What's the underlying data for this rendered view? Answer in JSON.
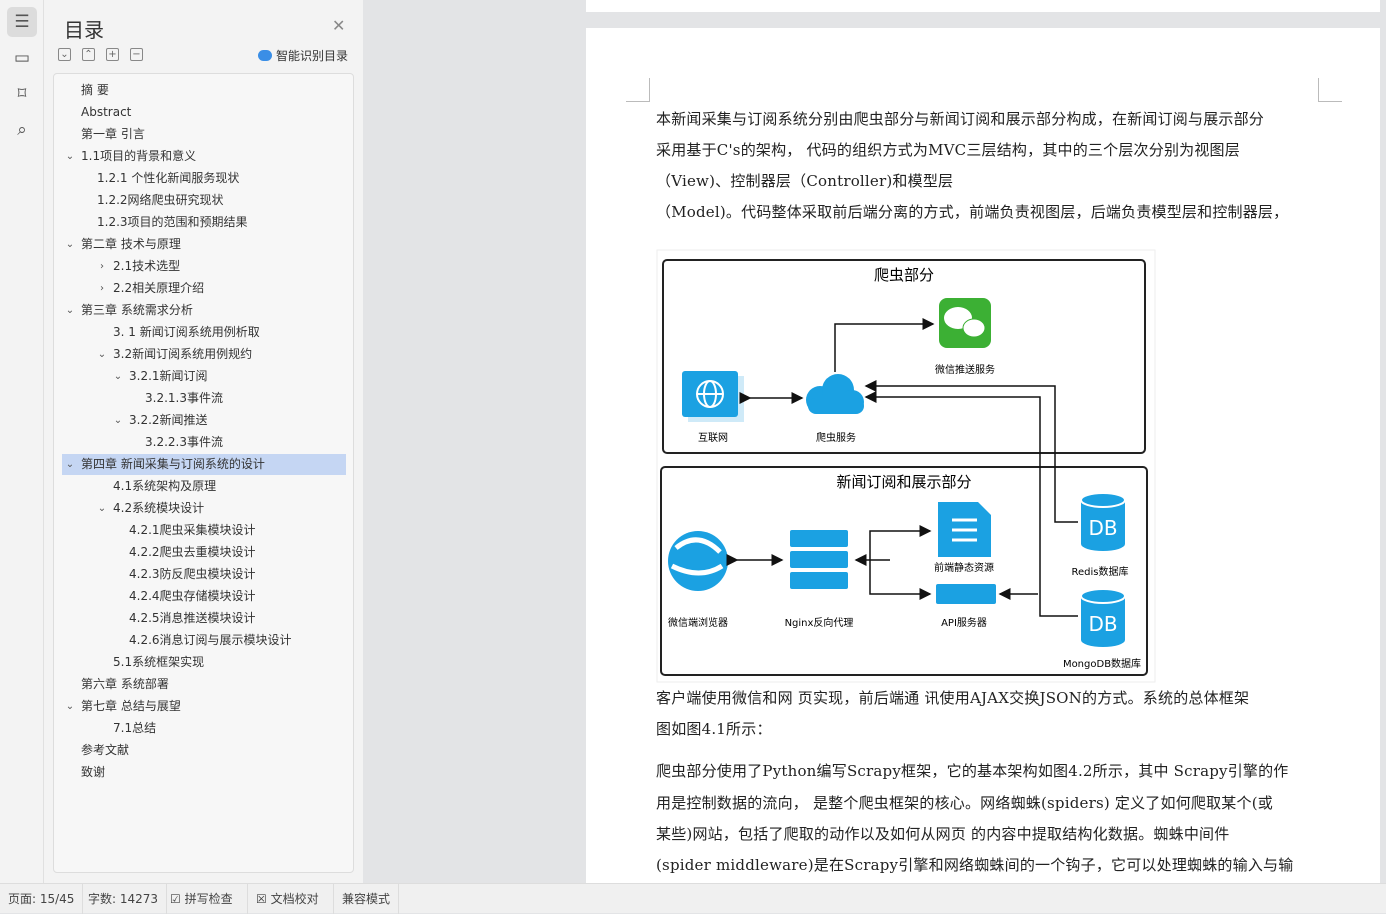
{
  "sidebar_icons": [
    "toc-icon",
    "outline-icon",
    "bookmark-icon",
    "search-icon"
  ],
  "panel": {
    "title": "目录",
    "smart_label": "智能识别目录"
  },
  "toc": [
    {
      "label": "摘  要",
      "level": 0,
      "chev": ""
    },
    {
      "label": "Abstract",
      "level": 0,
      "chev": ""
    },
    {
      "label": "第一章 引言",
      "level": 0,
      "chev": ""
    },
    {
      "label": "1.1项目的背景和意义",
      "level": 0,
      "chev": "down"
    },
    {
      "label": "1.2.1 个性化新闻服务现状",
      "level": 1,
      "chev": ""
    },
    {
      "label": "1.2.2网络爬虫研究现状",
      "level": 1,
      "chev": ""
    },
    {
      "label": "1.2.3项目的范围和预期结果",
      "level": 1,
      "chev": ""
    },
    {
      "label": "第二章 技术与原理",
      "level": 0,
      "chev": "down"
    },
    {
      "label": "2.1技术选型",
      "level": 2,
      "chev": "right"
    },
    {
      "label": "2.2相关原理介绍",
      "level": 2,
      "chev": "right"
    },
    {
      "label": "第三章 系统需求分析",
      "level": 0,
      "chev": "down"
    },
    {
      "label": "3. 1 新闻订阅系统用例析取",
      "level": 2,
      "chev": ""
    },
    {
      "label": "3.2新闻订阅系统用例规约",
      "level": 2,
      "chev": "down"
    },
    {
      "label": "3.2.1新闻订阅",
      "level": 3,
      "chev": "down"
    },
    {
      "label": "3.2.1.3事件流",
      "level": 4,
      "chev": ""
    },
    {
      "label": "3.2.2新闻推送",
      "level": 3,
      "chev": "down"
    },
    {
      "label": "3.2.2.3事件流",
      "level": 4,
      "chev": ""
    },
    {
      "label": "第四章 新闻采集与订阅系统的设计",
      "level": 0,
      "chev": "down",
      "selected": true
    },
    {
      "label": "4.1系统架构及原理",
      "level": 2,
      "chev": ""
    },
    {
      "label": "4.2系统模块设计",
      "level": 2,
      "chev": "down"
    },
    {
      "label": "4.2.1爬虫采集模块设计",
      "level": 3,
      "chev": ""
    },
    {
      "label": "4.2.2爬虫去重模块设计",
      "level": 3,
      "chev": ""
    },
    {
      "label": "4.2.3防反爬虫模块设计",
      "level": 3,
      "chev": ""
    },
    {
      "label": "4.2.4爬虫存储模块设计",
      "level": 3,
      "chev": ""
    },
    {
      "label": "4.2.5消息推送模块设计",
      "level": 3,
      "chev": ""
    },
    {
      "label": "4.2.6消息订阅与展示模块设计",
      "level": 3,
      "chev": ""
    },
    {
      "label": "5.1系统框架实现",
      "level": 2,
      "chev": ""
    },
    {
      "label": "第六章 系统部署",
      "level": 0,
      "chev": ""
    },
    {
      "label": "第七章 总结与展望",
      "level": 0,
      "chev": "down"
    },
    {
      "label": "7.1总结",
      "level": 2,
      "chev": ""
    },
    {
      "label": "参考文献",
      "level": 0,
      "chev": ""
    },
    {
      "label": "致谢",
      "level": 0,
      "chev": ""
    }
  ],
  "doc": {
    "p1": [
      "本新闻采集与订阅系统分别由爬虫部分与新闻订阅和展示部分构成，在新闻订阅与展示部分",
      "采用基于C's的架构， 代码的组织方式为MVC三层结构，其中的三个层次分别为视图层",
      "（View)、控制器层（Controller)和模型层",
      "（Model)。代码整体采取前后端分离的方式，前端负责视图层，后端负责模型层和控制器层，"
    ],
    "p2": [
      "客户端使用微信和网 页实现，前后端通 讯使用AJAX交换JSON的方式。系统的总体框架",
      "图如图4.1所示："
    ],
    "p3": [
      "爬虫部分使用了Python编写Scrapy框架，它的基本架构如图4.2所示，其中 Scrapy引擎的作",
      "用是控制数据的流向， 是整个爬虫框架的核心。网络蜘蛛(spiders)  定义了如何爬取某个(或",
      "某些)网站，包括了爬取的动作以及如何从网页 的内容中提取结构化数据。蜘蛛中间件",
      "(spider  middleware)是在Scrapy引擎和网络蜘蛛间的一个钩子，它可以处理蜘蛛的输入与输"
    ]
  },
  "diagram": {
    "crawler_title": "爬虫部分",
    "sub_title": "新闻订阅和展示部分",
    "wechat_push": "微信推送服务",
    "internet": "互联网",
    "crawler_service": "爬虫服务",
    "wechat_browser": "微信端浏览器",
    "nginx": "Nginx反向代理",
    "frontend": "前端静态资源",
    "api": "API服务器",
    "redis": "Redis数据库",
    "mongo": "MongoDB数据库",
    "db": "DB"
  },
  "status": {
    "page": "页面: 15/45",
    "words": "字数: 14273",
    "spell": "拼写检查",
    "proof": "文档校对",
    "compat": "兼容模式"
  },
  "colors": {
    "accent": "#2196f3",
    "selected": "#c5d6f3"
  }
}
